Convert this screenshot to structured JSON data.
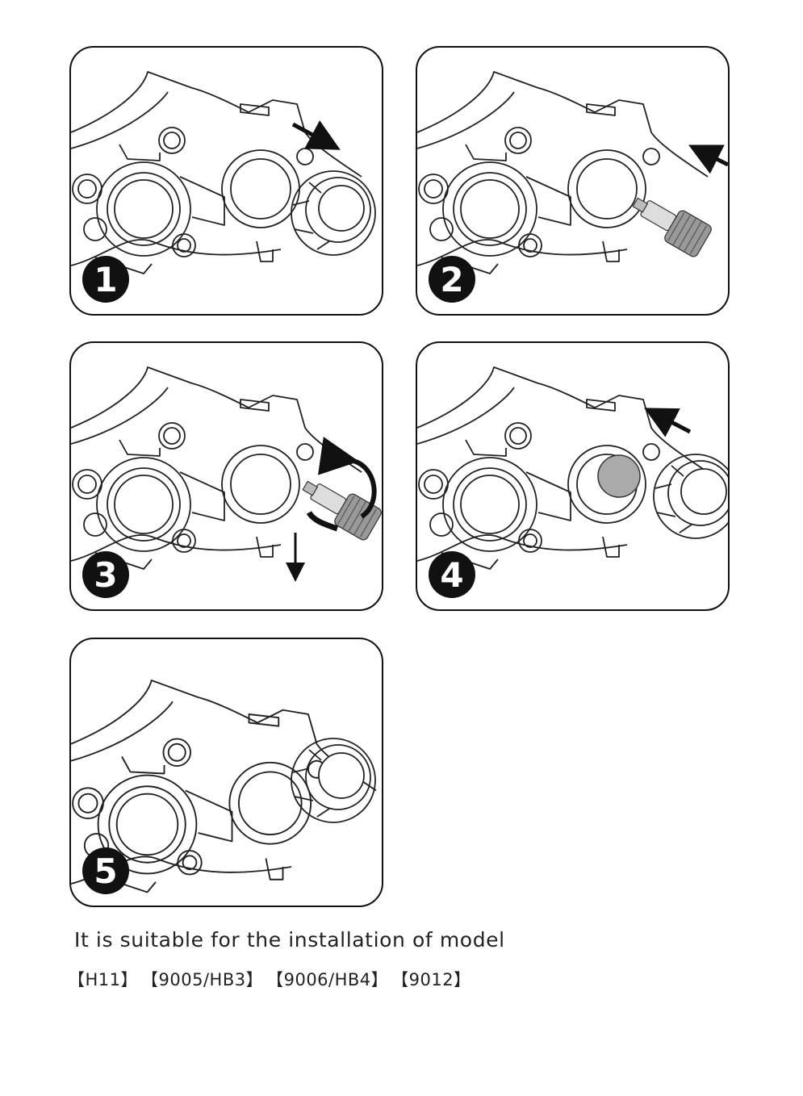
{
  "steps": [
    {
      "number": "1"
    },
    {
      "number": "2"
    },
    {
      "number": "3"
    },
    {
      "number": "4"
    },
    {
      "number": "5"
    }
  ],
  "caption": "It is suitable for the installation of model",
  "models": [
    "【H11】",
    "【9005/HB3】",
    "【9006/HB4】",
    "【9012】"
  ]
}
